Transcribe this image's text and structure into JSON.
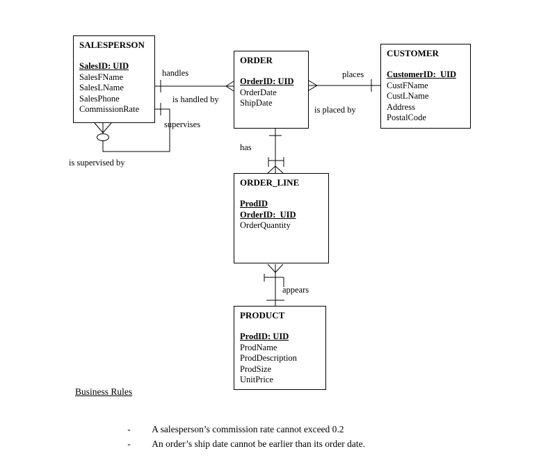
{
  "diagram": {
    "entities": [
      {
        "name": "SALESPERSON",
        "attributes": [
          {
            "label": "SalesID: UID",
            "key": true
          },
          {
            "label": "SalesFName",
            "key": false
          },
          {
            "label": "SalesLName",
            "key": false
          },
          {
            "label": "SalesPhone",
            "key": false
          },
          {
            "label": "CommissionRate",
            "key": false
          }
        ]
      },
      {
        "name": "ORDER",
        "attributes": [
          {
            "label": "OrderID: UID",
            "key": true
          },
          {
            "label": "OrderDate",
            "key": false
          },
          {
            "label": "ShipDate",
            "key": false
          }
        ]
      },
      {
        "name": "CUSTOMER",
        "attributes": [
          {
            "label": "CustomerID:  UID",
            "key": true
          },
          {
            "label": "CustFName",
            "key": false
          },
          {
            "label": "CustLName",
            "key": false
          },
          {
            "label": "Address",
            "key": false
          },
          {
            "label": "PostalCode",
            "key": false
          }
        ]
      },
      {
        "name": "ORDER_LINE",
        "attributes": [
          {
            "label": "ProdID",
            "key": true
          },
          {
            "label": "OrderID:  UID",
            "key": true
          },
          {
            "label": "OrderQuantity",
            "key": false
          }
        ]
      },
      {
        "name": "PRODUCT",
        "attributes": [
          {
            "label": "ProdID: UID",
            "key": true
          },
          {
            "label": "ProdName",
            "key": false
          },
          {
            "label": "ProdDescription",
            "key": false
          },
          {
            "label": "ProdSize",
            "key": false
          },
          {
            "label": "UnitPrice",
            "key": false
          }
        ]
      }
    ],
    "labels": {
      "handles": "handles",
      "is_handled_by": "is handled by",
      "places": "places",
      "is_placed_by": "is placed by",
      "supervises": "supervises",
      "is_supervised_by": "is supervised by",
      "has": "has",
      "appears": "appears"
    }
  },
  "business_rules": {
    "heading": "Business Rules",
    "bullet": "-",
    "rules": [
      "A salesperson’s commission rate cannot exceed 0.2",
      "An order’s ship date cannot be earlier than its order date."
    ]
  },
  "colors": {
    "foreground": "#000000",
    "background": "#ffffff"
  }
}
